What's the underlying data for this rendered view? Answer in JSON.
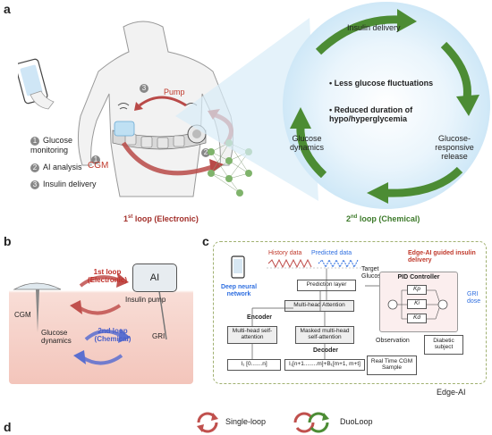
{
  "panels": {
    "a": "a",
    "b": "b",
    "c": "c",
    "d": "d"
  },
  "panel_a": {
    "pump": "Pump",
    "cgm": "CGM",
    "steps": [
      {
        "num": "1",
        "label": "Glucose monitoring"
      },
      {
        "num": "2",
        "label": "AI analysis"
      },
      {
        "num": "3",
        "label": "Insulin delivery"
      }
    ],
    "loop1": {
      "sup": "st",
      "prefix": "1",
      "rest": " loop (Electronic)"
    },
    "loop2": {
      "sup": "nd",
      "prefix": "2",
      "rest": " loop (Chemical)"
    },
    "circle": {
      "insulin_delivery": "Insulin delivery",
      "bullet1": "Less glucose fluctuations",
      "bullet2": "Reduced duration of hypo/hyperglycemia",
      "glucose_dynamics": "Glucose dynamics",
      "glucose_responsive": "Glucose-responsive release"
    }
  },
  "panel_b": {
    "loop1": "1st loop (Electronic)",
    "loop2": "2nd loop (Chemical)",
    "ai": "AI",
    "insulin_pump": "Insulin pump",
    "cgm": "CGM",
    "glucose_dynamics": "Glucose dynamics",
    "gri": "GRI"
  },
  "panel_c": {
    "history": "History data",
    "predicted": "Predicted data",
    "target": "Target Glucose",
    "edge_ai_guided": "Edge-AI guided insulin delivery",
    "deep_nn": "Deep neural network",
    "prediction_layer": "Prediction layer",
    "encoder": "Encoder",
    "multihead": "Multi-head Attention",
    "mh_self": "Multi-head self-attention",
    "masked_mh": "Masked multi-head self-attention",
    "decoder": "Decoder",
    "seq1": "I₁ [0.......n]",
    "seq2": "I₁[n+1........m]+B₁[m+1, m+t]",
    "pid": "PID Controller",
    "kp": "Kp",
    "ki": "Ki",
    "kd": "Kd",
    "gri_dose": "GRI dose",
    "observation": "Observation",
    "diabetic": "Diabetic subject",
    "realtime": "Real Time CGM Sample",
    "edge_ai": "Edge-AI"
  },
  "panel_d": {
    "single": "Single-loop",
    "duo": "DuoLoop"
  }
}
